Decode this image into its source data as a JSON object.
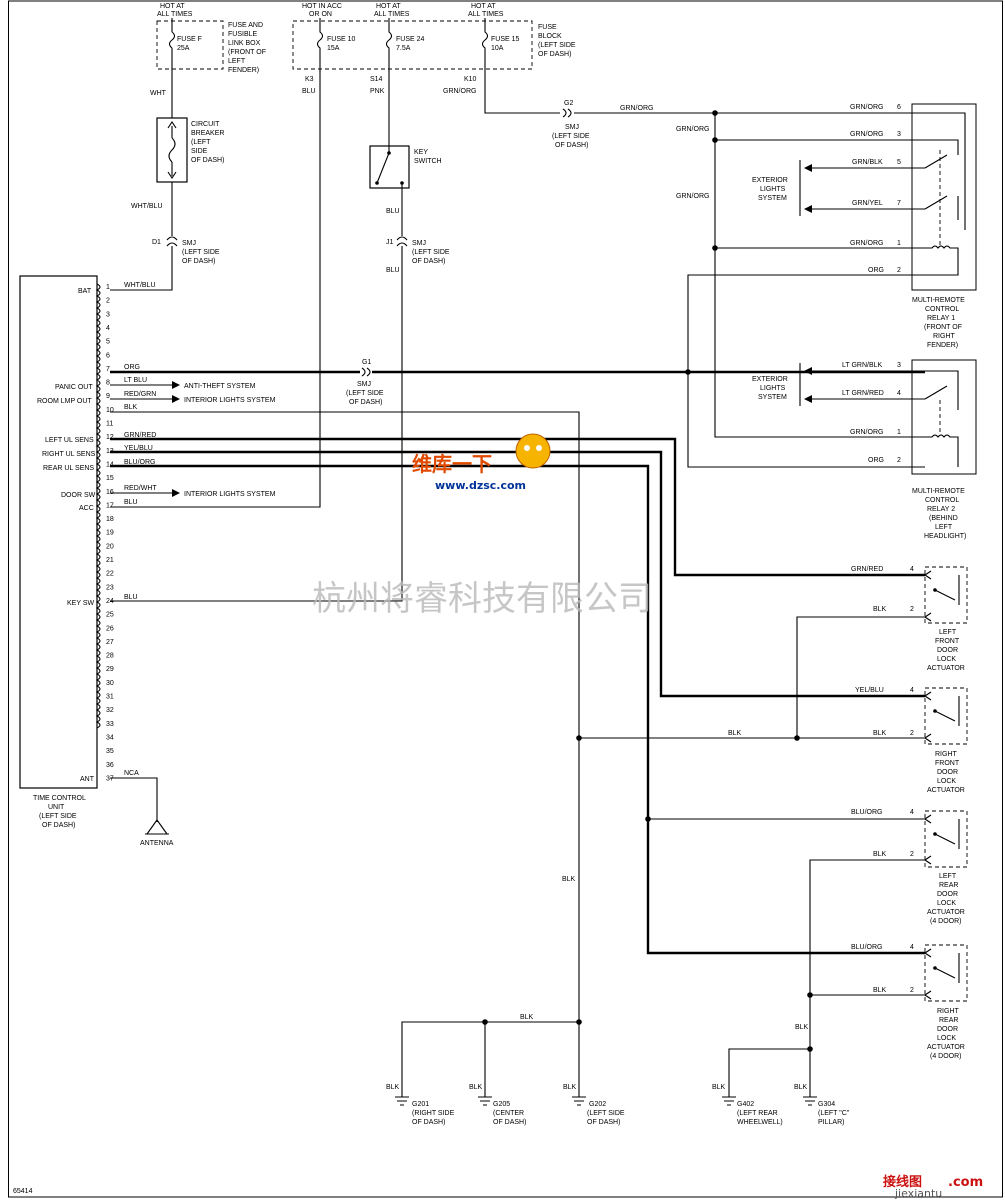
{
  "power": {
    "fuse_f": {
      "hot": [
        "HOT AT",
        "ALL TIMES"
      ],
      "name": "FUSE F",
      "rating": "25A",
      "box": [
        "FUSE AND",
        "FUSIBLE",
        "LINK BOX",
        "(FRONT OF",
        "LEFT",
        "FENDER)"
      ]
    },
    "fuse_10": {
      "hot": [
        "HOT IN ACC",
        "OR ON"
      ],
      "name": "FUSE 10",
      "rating": "15A"
    },
    "fuse_24": {
      "hot": [
        "HOT AT",
        "ALL TIMES"
      ],
      "name": "FUSE 24",
      "rating": "7.5A"
    },
    "fuse_15": {
      "hot": [
        "HOT AT",
        "ALL TIMES"
      ],
      "name": "FUSE 15",
      "rating": "10A"
    },
    "fuse_block": [
      "FUSE",
      "BLOCK",
      "(LEFT SIDE",
      "OF DASH)"
    ],
    "pins": [
      "K3",
      "S14",
      "K10"
    ]
  },
  "wires": {
    "wht": "WHT",
    "wht_blu": "WHT/BLU",
    "blu": "BLU",
    "pnk": "PNK",
    "grn_org": "GRN/ORG",
    "grn_blk": "GRN/BLK",
    "grn_yel": "GRN/YEL",
    "org": "ORG",
    "lt_grn_blk": "LT GRN/BLK",
    "lt_grn_red": "LT GRN/RED",
    "grn_red": "GRN/RED",
    "yel_blu": "YEL/BLU",
    "blu_org": "BLU/ORG",
    "blk": "BLK",
    "lt_blu": "LT BLU",
    "red_grn": "RED/GRN",
    "red_wht": "RED/WHT",
    "nca": "NCA"
  },
  "components": {
    "circuit_breaker": [
      "CIRCUIT",
      "BREAKER",
      "(LEFT",
      "SIDE",
      "OF DASH)"
    ],
    "key_switch": [
      "KEY",
      "SWITCH"
    ],
    "smj_d1": {
      "pin": "D1",
      "label": [
        "SMJ",
        "(LEFT SIDE",
        "OF DASH)"
      ]
    },
    "smj_j1": {
      "pin": "J1",
      "label": [
        "SMJ",
        "(LEFT SIDE",
        "OF DASH)"
      ]
    },
    "smj_g2": {
      "pin": "G2",
      "label": [
        "SMJ",
        "(LEFT SIDE",
        "OF DASH)"
      ]
    },
    "smj_g1": {
      "pin": "G1",
      "label": [
        "SMJ",
        "(LEFT SIDE",
        "OF DASH)"
      ]
    },
    "relay1": [
      "MULTI-REMOTE",
      "CONTROL",
      "RELAY 1",
      "(FRONT OF",
      "RIGHT",
      "FENDER)"
    ],
    "relay2": [
      "MULTI-REMOTE",
      "CONTROL",
      "RELAY 2",
      "(BEHIND",
      "LEFT",
      "HEADLIGHT)"
    ],
    "exterior_lights": [
      "EXTERIOR",
      "LIGHTS",
      "SYSTEM"
    ],
    "tcu": [
      "TIME CONTROL",
      "UNIT",
      "(LEFT SIDE",
      "OF DASH)"
    ],
    "antenna": "ANTENNA",
    "lf_actuator": [
      "LEFT",
      "FRONT",
      "DOOR",
      "LOCK",
      "ACTUATOR"
    ],
    "rf_actuator": [
      "RIGHT",
      "FRONT",
      "DOOR",
      "LOCK",
      "ACTUATOR"
    ],
    "lr_actuator": [
      "LEFT",
      "REAR",
      "DOOR",
      "LOCK",
      "ACTUATOR",
      "(4 DOOR)"
    ],
    "rr_actuator": [
      "RIGHT",
      "REAR",
      "DOOR",
      "LOCK",
      "ACTUATOR",
      "(4 DOOR)"
    ]
  },
  "tcu_labels": {
    "bat": "BAT",
    "panic_out": "PANIC OUT",
    "room_lmp_out": "ROOM LMP OUT",
    "left_ul": "LEFT UL SENS",
    "right_ul": "RIGHT UL SENS",
    "rear_ul": "REAR UL SENS",
    "door_sw": "DOOR SW",
    "acc": "ACC",
    "key_sw": "KEY SW",
    "ant": "ANT"
  },
  "tcu_pins": [
    "1",
    "2",
    "3",
    "4",
    "5",
    "6",
    "7",
    "8",
    "9",
    "10",
    "11",
    "12",
    "13",
    "14",
    "15",
    "16",
    "17",
    "18",
    "19",
    "20",
    "21",
    "22",
    "23",
    "24",
    "25",
    "26",
    "27",
    "28",
    "29",
    "30",
    "31",
    "32",
    "33",
    "34",
    "35",
    "36",
    "37"
  ],
  "systems": {
    "anti_theft": "ANTI-THEFT SYSTEM",
    "interior_lights": "INTERIOR LIGHTS SYSTEM",
    "interior_lights_2": "INTERIOR LIGHTS SYSTEM"
  },
  "relay_pins": {
    "r1": [
      "6",
      "3",
      "5",
      "7",
      "1",
      "2"
    ],
    "r2": [
      "3",
      "4",
      "1",
      "2"
    ],
    "act": [
      "4",
      "2"
    ]
  },
  "grounds": {
    "g201": {
      "id": "G201",
      "loc": [
        "(RIGHT SIDE",
        "OF DASH)"
      ]
    },
    "g205": {
      "id": "G205",
      "loc": [
        "(CENTER",
        "OF DASH)"
      ]
    },
    "g202": {
      "id": "G202",
      "loc": [
        "(LEFT SIDE",
        "OF DASH)"
      ]
    },
    "g402": {
      "id": "G402",
      "loc": [
        "(LEFT REAR",
        "WHEELWELL)"
      ]
    },
    "g304": {
      "id": "G304",
      "loc": [
        "(LEFT \"C\"",
        "PILLAR)"
      ]
    }
  },
  "diagram_id": "65414",
  "watermarks": {
    "company": "杭州将睿科技有限公司",
    "logo_cn": "维库一下",
    "logo_url": "www.dzsc.com",
    "site_cn": "接线图",
    "site_dot": ".com",
    "site_url": "jiexiantu"
  }
}
